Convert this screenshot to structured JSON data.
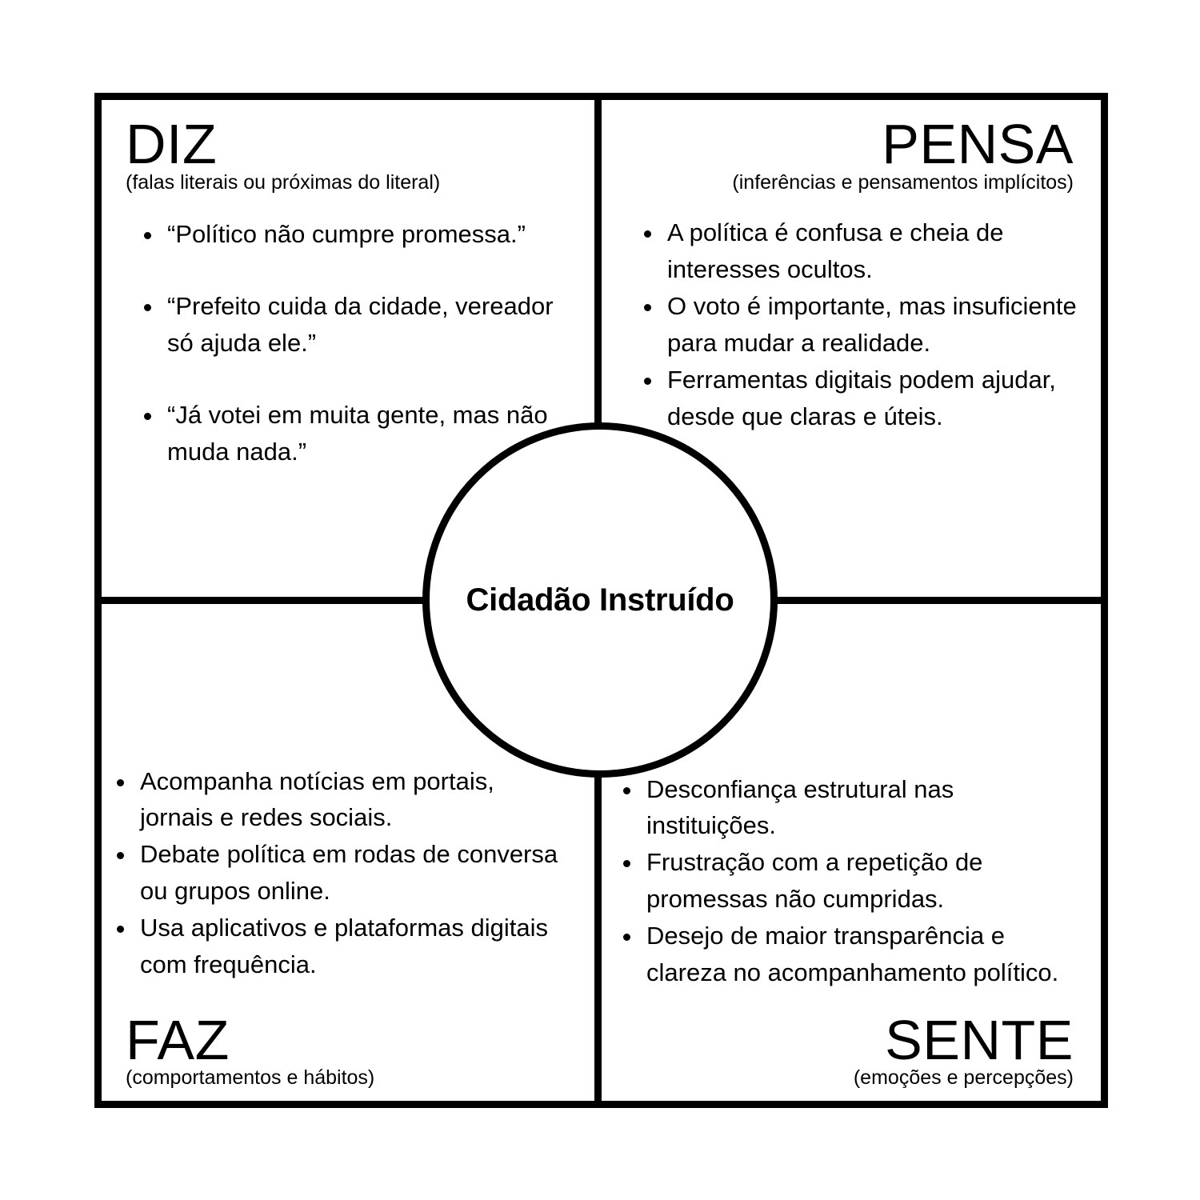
{
  "diagram": {
    "type": "empathy-map",
    "center": {
      "label": "Cidadão Instruído"
    },
    "quadrants": [
      {
        "id": "diz",
        "heading": "DIZ",
        "subtitle": "(falas literais ou próximas do literal)",
        "items": [
          "“Político não cumpre promessa.”",
          "“Prefeito cuida da cidade, vereador só ajuda ele.”",
          "“Já votei em muita gente, mas não muda nada.”"
        ]
      },
      {
        "id": "pensa",
        "heading": "PENSA",
        "subtitle": "(inferências e pensamentos implícitos)",
        "items": [
          "A política é confusa e cheia de interesses ocultos.",
          "O voto é importante, mas insuficiente para mudar a realidade.",
          "Ferramentas digitais podem ajudar, desde que claras e úteis."
        ]
      },
      {
        "id": "faz",
        "heading": "FAZ",
        "subtitle": "(comportamentos e hábitos)",
        "items": [
          "Acompanha notícias em portais, jornais e redes sociais.",
          "Debate política em rodas de conversa ou grupos online.",
          "Usa aplicativos e plataformas digitais com frequência."
        ]
      },
      {
        "id": "sente",
        "heading": "SENTE",
        "subtitle": "(emoções e percepções)",
        "items": [
          "Desconfiança estrutural nas instituições.",
          "Frustração com a repetição de promessas não cumpridas.",
          "Desejo de maior transparência e clareza no acompanhamento político."
        ]
      }
    ],
    "colors": {
      "stroke": "#000000",
      "background": "#ffffff",
      "text": "#000000"
    }
  }
}
